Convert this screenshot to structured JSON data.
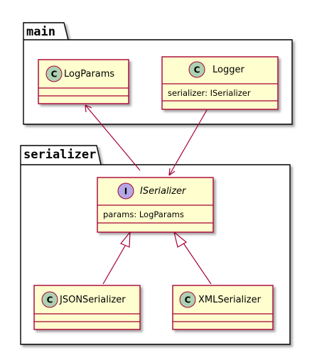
{
  "packages": {
    "main": {
      "name": "main"
    },
    "serializer": {
      "name": "serializer"
    }
  },
  "classes": {
    "logparams": {
      "badge": "C",
      "name": "LogParams",
      "attributes": ""
    },
    "logger": {
      "badge": "C",
      "name": "Logger",
      "attributes": "serializer: ISerializer"
    },
    "iserializer": {
      "badge": "I",
      "name": "ISerializer",
      "attributes": "params: LogParams"
    },
    "jsonserializer": {
      "badge": "C",
      "name": "JSONSerializer",
      "attributes": ""
    },
    "xmlserializer": {
      "badge": "C",
      "name": "XMLSerializer",
      "attributes": ""
    }
  },
  "colors": {
    "class_fill": "#FEFECE",
    "class_border": "#A80036",
    "badge_class": "#ADD1B2",
    "badge_interface": "#B4A7E5",
    "arrow": "#A80036"
  }
}
